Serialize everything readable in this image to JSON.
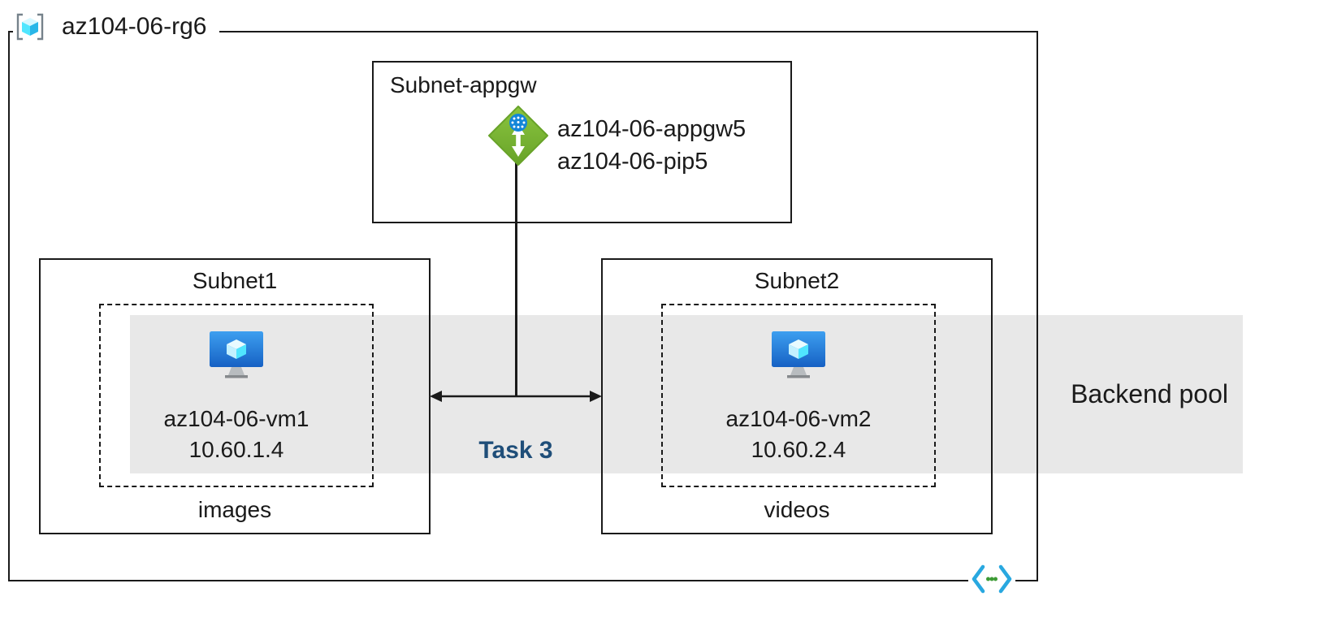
{
  "diagram": {
    "resource_group": {
      "label": "az104-06-rg6",
      "icon": "resource-group-icon"
    },
    "appgw_subnet": {
      "label": "Subnet-appgw",
      "gateway_name": "az104-06-appgw5",
      "public_ip_name": "az104-06-pip5",
      "icon": "application-gateway-icon"
    },
    "subnet1": {
      "label": "Subnet1",
      "vm_name": "az104-06-vm1",
      "vm_ip": "10.60.1.4",
      "caption": "images",
      "icon": "virtual-machine-icon"
    },
    "subnet2": {
      "label": "Subnet2",
      "vm_name": "az104-06-vm2",
      "vm_ip": "10.60.2.4",
      "caption": "videos",
      "icon": "virtual-machine-icon"
    },
    "backend_pool": {
      "label": "Backend pool"
    },
    "task": {
      "label": "Task 3"
    },
    "icons": {
      "bottom_right": "code-brackets-icon"
    },
    "colors": {
      "line": "#1a1a1a",
      "band_gray": "#e8e8e8",
      "task_blue": "#1f4e79",
      "gateway_green": "#7db338",
      "globe_blue": "#1386d8",
      "vm_screen_blue_top": "#3d9ff0",
      "vm_screen_blue_bottom": "#1661c4",
      "cube_cyan": "#50e6ff",
      "bracket_blue": "#29a8e0",
      "dots_green": "#3d9b35"
    }
  }
}
